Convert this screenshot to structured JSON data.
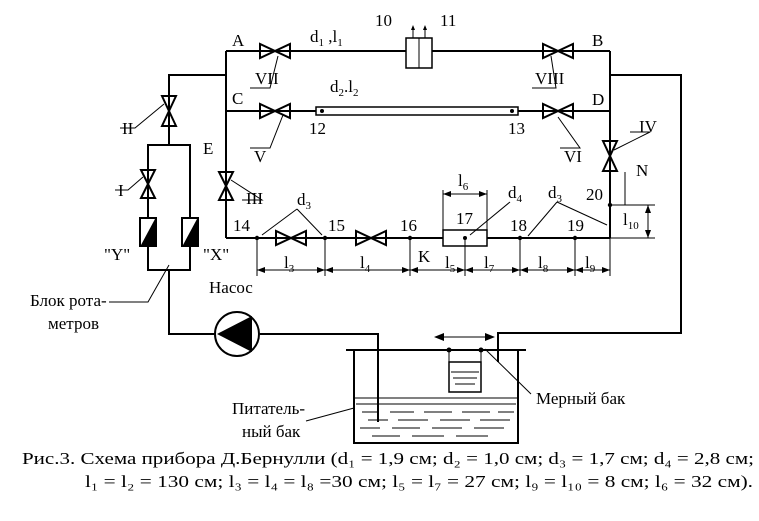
{
  "points": {
    "A": "A",
    "B": "B",
    "C": "C",
    "D": "D",
    "E": "E",
    "K": "K",
    "N": "N",
    "n10": "10",
    "n11": "11",
    "n12": "12",
    "n13": "13",
    "n14": "14",
    "n15": "15",
    "n16": "16",
    "n17": "17",
    "n18": "18",
    "n19": "19",
    "n20": "20"
  },
  "valves": {
    "I": "I",
    "II": "II",
    "III": "III",
    "IV": "IV",
    "V": "V",
    "VI": "VI",
    "VII": "VII",
    "VIII": "VIII"
  },
  "pipes": {
    "d1l1_main": "d",
    "d1l1_sub1": "1",
    "d1l1_mid": " ,l",
    "d1l1_sub2": "1",
    "d2l2_main": "d",
    "d2l2_sub1": "2",
    "d2l2_mid": ".l",
    "d2l2_sub2": "2",
    "d3a_main": "d",
    "d3a_sub": "3",
    "d3b_main": "d",
    "d3b_sub": "3",
    "d4_main": "d",
    "d4_sub": "4"
  },
  "segments": {
    "l3": "3",
    "l4": "4",
    "l5": "5",
    "l6": "6",
    "l7": "7",
    "l8": "8",
    "l9": "9",
    "l10": "10",
    "l_main": "l"
  },
  "rotameters": {
    "Y": "\"Y\"",
    "X": "\"X\""
  },
  "labels": {
    "block_line1": "Блок рота-",
    "block_line2": "метров",
    "pump": "Насос",
    "measuring_tank": "Мерный бак",
    "supply_line1": "Питатель-",
    "supply_line2": "ный бак"
  },
  "caption": {
    "line1": "Рис.3. Схема прибора Д.Бернулли (d₁ = 1,9 см; d₂ = 1,0 см; d₃ = 1,7 см; d₄ = 2,8 см;",
    "line2": "l₁ = l₂ = 130 см; l₃ = l₄ = l₈ =30 см; l₅ = l₇ = 27 см; l₉ = l₁₀ = 8 см; l₆ = 32 см)."
  }
}
